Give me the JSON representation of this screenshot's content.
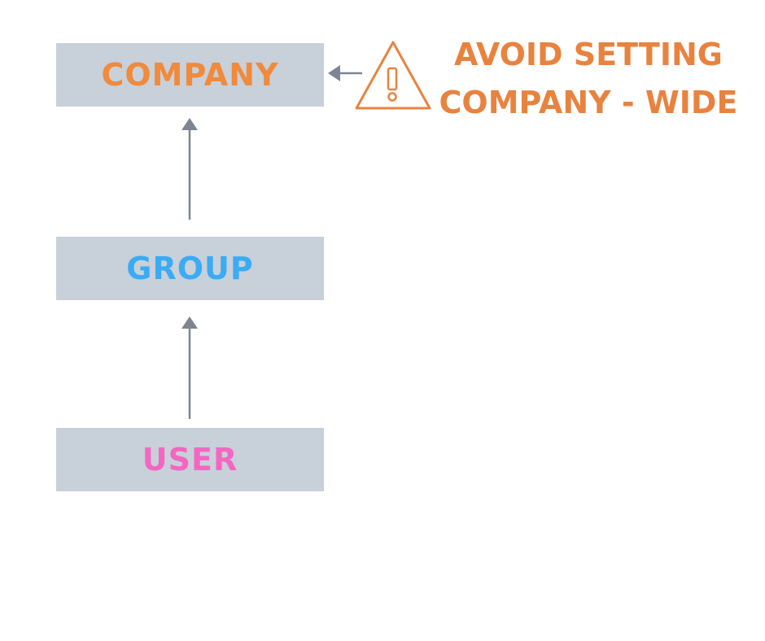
{
  "levels": {
    "company": "COMPANY",
    "group": "GROUP",
    "user": "USER"
  },
  "warning": {
    "line1": "AVOID SETTING",
    "line2": "COMPANY - WIDE",
    "icon": "warning-triangle-icon"
  },
  "colors": {
    "company": "#f08a3c",
    "group": "#3aabf5",
    "user": "#f566c2",
    "warning": "#e8833f",
    "arrow": "#7d8591",
    "box": "#c8d0d9"
  }
}
